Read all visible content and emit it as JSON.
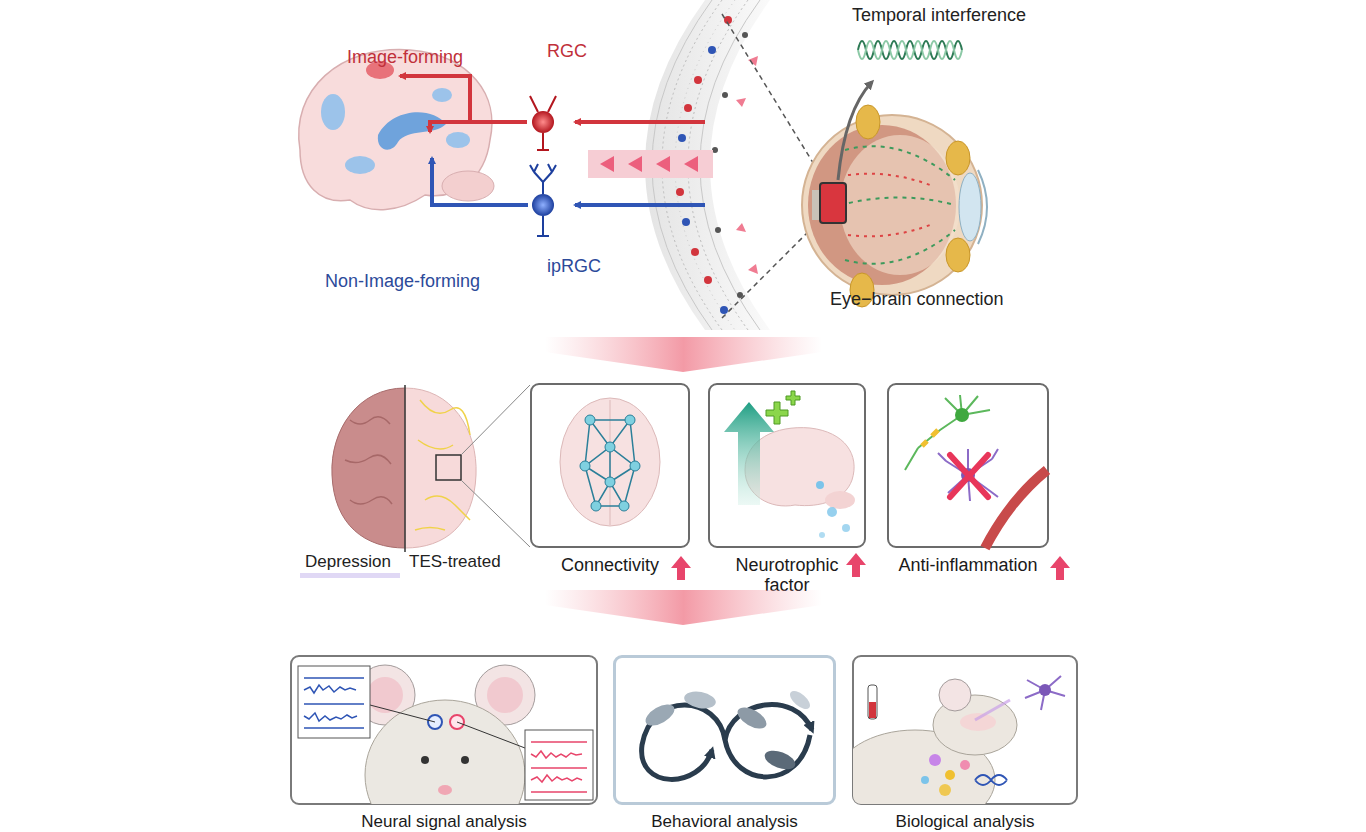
{
  "diagram": {
    "nodes": [
      {
        "text": [
          "Connectivity"
        ]
      },
      {
        "text": [
          "Neurotrophic factor"
        ]
      },
      {
        "text": [
          "Anti-inflammation"
        ]
      },
      {
        "text": [
          "Neural signal analysis"
        ]
      },
      {
        "text": [
          "Behavioral analysis"
        ]
      },
      {
        "text": [
          "Biological analysis"
        ]
      }
    ],
    "labels": [
      "Image-forming",
      "RGC",
      "Temporal interference",
      "Non-Image-forming",
      "ipRGC",
      "Eye−brain connection",
      "Depression",
      "TES-treated"
    ]
  }
}
